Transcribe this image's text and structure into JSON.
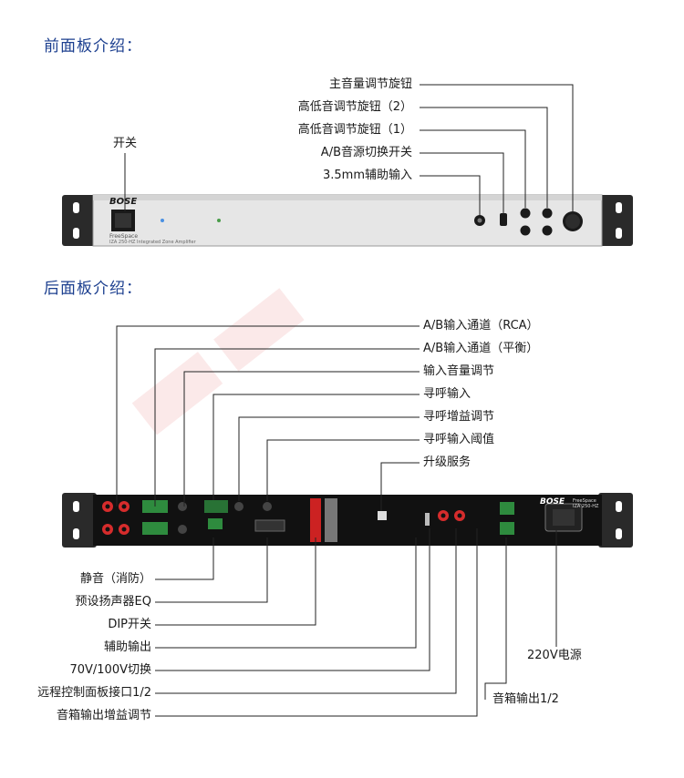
{
  "front": {
    "section_title": "前面板介绍：",
    "labels": {
      "power": "开关",
      "master_knob": "主音量调节旋钮",
      "tone2": "高低音调节旋钮（2）",
      "tone1": "高低音调节旋钮（1）",
      "ab_switch": "A/B音源切换开关",
      "aux_in": "3.5mm辅助输入"
    },
    "panel": {
      "brand": "BOSE",
      "model_line1": "FreeSpace",
      "model_line2": "IZA 250-HZ Integrated Zone Amplifier"
    }
  },
  "rear": {
    "section_title": "后面板介绍：",
    "labels_right": {
      "ab_rca": "A/B输入通道（RCA）",
      "ab_balanced": "A/B输入通道（平衡）",
      "input_volume": "输入音量调节",
      "page_input": "寻呼输入",
      "page_gain": "寻呼增益调节",
      "page_threshold": "寻呼输入阈值",
      "upgrade": "升级服务",
      "power220": "220V电源",
      "speaker_out": "音箱输出1/2"
    },
    "labels_left": {
      "mute": "静音（消防）",
      "eq": "预设扬声器EQ",
      "dip": "DIP开关",
      "aux_out": "辅助输出",
      "v70_100": "70V/100V切换",
      "remote": "远程控制面板接口1/2",
      "spk_gain": "音箱输出增益调节"
    },
    "panel": {
      "brand": "BOSE",
      "model_line1": "FreeSpace",
      "model_line2": "IZA 250-HZ"
    }
  },
  "colors": {
    "title_blue": "#1c3f8f",
    "line": "#222222",
    "terminal_green": "#2e8b3e",
    "jack_red": "#d62c2c"
  }
}
